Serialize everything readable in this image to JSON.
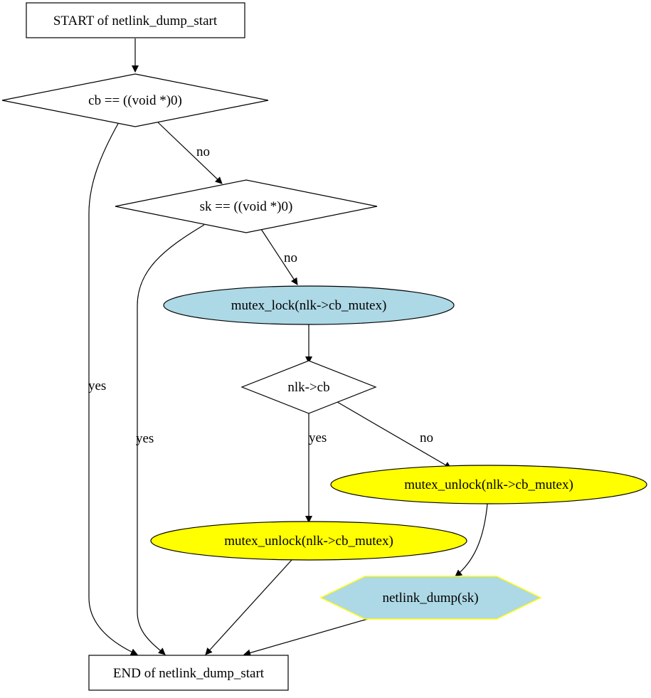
{
  "diagram": {
    "nodes": {
      "start": {
        "label": "START of netlink_dump_start",
        "shape": "box",
        "fill": "#ffffff",
        "stroke": "#000000"
      },
      "cond_cb": {
        "label": "cb == ((void *)0)",
        "shape": "diamond",
        "fill": "#ffffff",
        "stroke": "#000000"
      },
      "cond_sk": {
        "label": "sk == ((void *)0)",
        "shape": "diamond",
        "fill": "#ffffff",
        "stroke": "#000000"
      },
      "mutex_lock": {
        "label": "mutex_lock(nlk->cb_mutex)",
        "shape": "ellipse",
        "fill": "#add8e6",
        "stroke": "#000000"
      },
      "cond_nlkcb": {
        "label": "nlk->cb",
        "shape": "diamond",
        "fill": "#ffffff",
        "stroke": "#000000"
      },
      "unlock_right": {
        "label": "mutex_unlock(nlk->cb_mutex)",
        "shape": "ellipse",
        "fill": "#ffff00",
        "stroke": "#000000"
      },
      "unlock_left": {
        "label": "mutex_unlock(nlk->cb_mutex)",
        "shape": "ellipse",
        "fill": "#ffff00",
        "stroke": "#000000"
      },
      "netlink_dump": {
        "label": "netlink_dump(sk)",
        "shape": "hexagon",
        "fill": "#add8e6",
        "stroke": "#ffff00"
      },
      "end": {
        "label": "END of netlink_dump_start",
        "shape": "box",
        "fill": "#ffffff",
        "stroke": "#000000"
      }
    },
    "edges": [
      {
        "from": "start",
        "to": "cond_cb",
        "label": ""
      },
      {
        "from": "cond_cb",
        "to": "cond_sk",
        "label": "no"
      },
      {
        "from": "cond_cb",
        "to": "end",
        "label": "yes"
      },
      {
        "from": "cond_sk",
        "to": "mutex_lock",
        "label": "no"
      },
      {
        "from": "cond_sk",
        "to": "end",
        "label": "yes"
      },
      {
        "from": "mutex_lock",
        "to": "cond_nlkcb",
        "label": ""
      },
      {
        "from": "cond_nlkcb",
        "to": "unlock_left",
        "label": "yes"
      },
      {
        "from": "cond_nlkcb",
        "to": "unlock_right",
        "label": "no"
      },
      {
        "from": "unlock_right",
        "to": "netlink_dump",
        "label": ""
      },
      {
        "from": "unlock_left",
        "to": "end",
        "label": ""
      },
      {
        "from": "netlink_dump",
        "to": "end",
        "label": ""
      }
    ]
  }
}
